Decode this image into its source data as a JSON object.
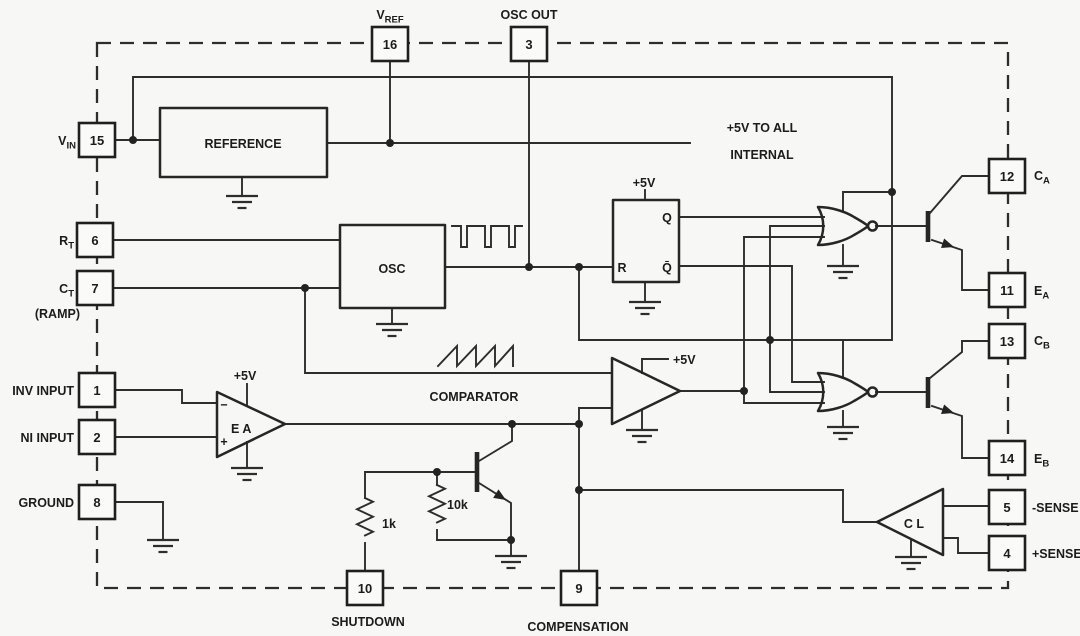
{
  "diagram": {
    "type": "ic-block-diagram",
    "colors": {
      "background": "#f7f7f5",
      "line": "#2d2d2d",
      "text": "#1c1c1c",
      "pin_fill": "#fafaf8"
    }
  },
  "pins": {
    "p16": {
      "num": "16",
      "label": "V",
      "sub": "REF"
    },
    "p3": {
      "num": "3",
      "label": "OSC OUT"
    },
    "p15": {
      "num": "15",
      "label": "V",
      "sub": "IN"
    },
    "p6": {
      "num": "6",
      "label": "R",
      "sub": "T"
    },
    "p7": {
      "num": "7",
      "label": "C",
      "sub": "T",
      "extra": "(RAMP)"
    },
    "p1": {
      "num": "1",
      "label": "INV INPUT"
    },
    "p2": {
      "num": "2",
      "label": "NI INPUT"
    },
    "p8": {
      "num": "8",
      "label": "GROUND"
    },
    "p10": {
      "num": "10",
      "label": "SHUTDOWN"
    },
    "p9": {
      "num": "9",
      "label": "COMPENSATION"
    },
    "p12": {
      "num": "12",
      "label": "C",
      "sub": "A"
    },
    "p11": {
      "num": "11",
      "label": "E",
      "sub": "A"
    },
    "p13": {
      "num": "13",
      "label": "C",
      "sub": "B"
    },
    "p14": {
      "num": "14",
      "label": "E",
      "sub": "B"
    },
    "p5": {
      "num": "5",
      "label": "-SENSE"
    },
    "p4": {
      "num": "4",
      "label": "+SENSE"
    }
  },
  "blocks": {
    "reference": "REFERENCE",
    "oscillator": "OSC",
    "error_amp": "E A",
    "comparator": "COMPARATOR",
    "current_limit": "C L",
    "flip_flop": {
      "q": "Q",
      "qbar": "Q̄",
      "r": "R"
    }
  },
  "labels": {
    "supply": "+5V",
    "supply_note_1": "+5V TO ALL",
    "supply_note_2": "INTERNAL",
    "minus": "−",
    "plus": "+",
    "res_1k": "1k",
    "res_10k": "10k"
  }
}
